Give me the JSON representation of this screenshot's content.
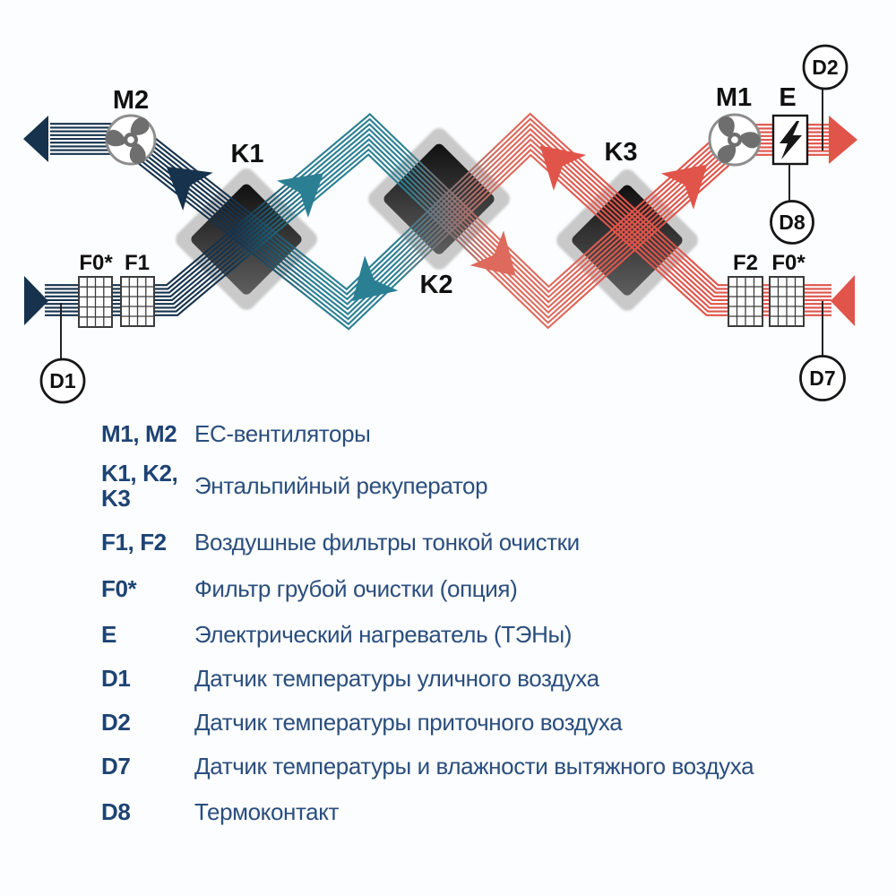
{
  "diagram": {
    "labels": {
      "m2": "M2",
      "m1": "M1",
      "k1": "K1",
      "k2": "K2",
      "k3": "K3",
      "e": "E",
      "f0_left": "F0*",
      "f1": "F1",
      "f2": "F2",
      "f0_right": "F0*",
      "d1": "D1",
      "d2": "D2",
      "d7": "D7",
      "d8": "D8"
    },
    "colors": {
      "navy": "#16324c",
      "teal": "#2a7f93",
      "salmon": "#dd6a5c",
      "red": "#e0544a",
      "diamond_frame": "#c9c9c9",
      "diamond_dark": "#0f0f0f",
      "diamond_light": "#606060",
      "fan_blade": "#6e6e6e",
      "fan_ring": "#8e8e8e",
      "outline": "#161616",
      "grid_line": "#3c3c3c",
      "sensor_line": "#222222"
    }
  },
  "legend": {
    "key_color": "#1e4374",
    "text_color": "#2a4e7e",
    "rows": [
      {
        "key": "M1, M2",
        "desc": "EC-вентиляторы"
      },
      {
        "key": "K1, K2,\nK3",
        "desc": "Энтальпийный рекуператор"
      },
      {
        "key": "F1, F2",
        "desc": "Воздушные фильтры тонкой очистки"
      },
      {
        "key": "F0*",
        "desc": "Фильтр грубой очистки (опция)"
      },
      {
        "key": "E",
        "desc": "Электрический нагреватель (ТЭНы)"
      },
      {
        "key": "D1",
        "desc": "Датчик температуры уличного воздуха"
      },
      {
        "key": "D2",
        "desc": "Датчик температуры приточного воздуха"
      },
      {
        "key": "D7",
        "desc": "Датчик температуры и влажности вытяжного воздуха"
      },
      {
        "key": "D8",
        "desc": "Термоконтакт"
      }
    ]
  }
}
